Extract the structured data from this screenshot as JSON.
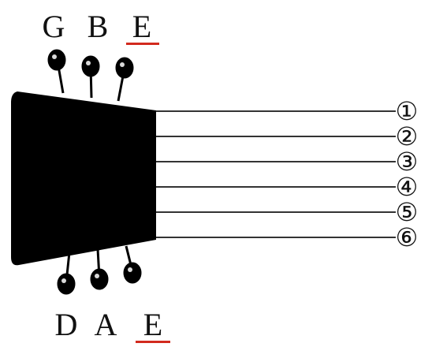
{
  "diagram": {
    "top_notes": [
      "G",
      "B",
      "E"
    ],
    "bottom_notes": [
      "D",
      "A",
      "E"
    ],
    "underlined_notes": [
      "E"
    ],
    "string_numbers": [
      "①",
      "②",
      "③",
      "④",
      "⑤",
      "⑥"
    ],
    "colors": {
      "ink": "#111111",
      "headstock": "#000000",
      "string": "#333333",
      "underline": "#d22a1e"
    }
  }
}
